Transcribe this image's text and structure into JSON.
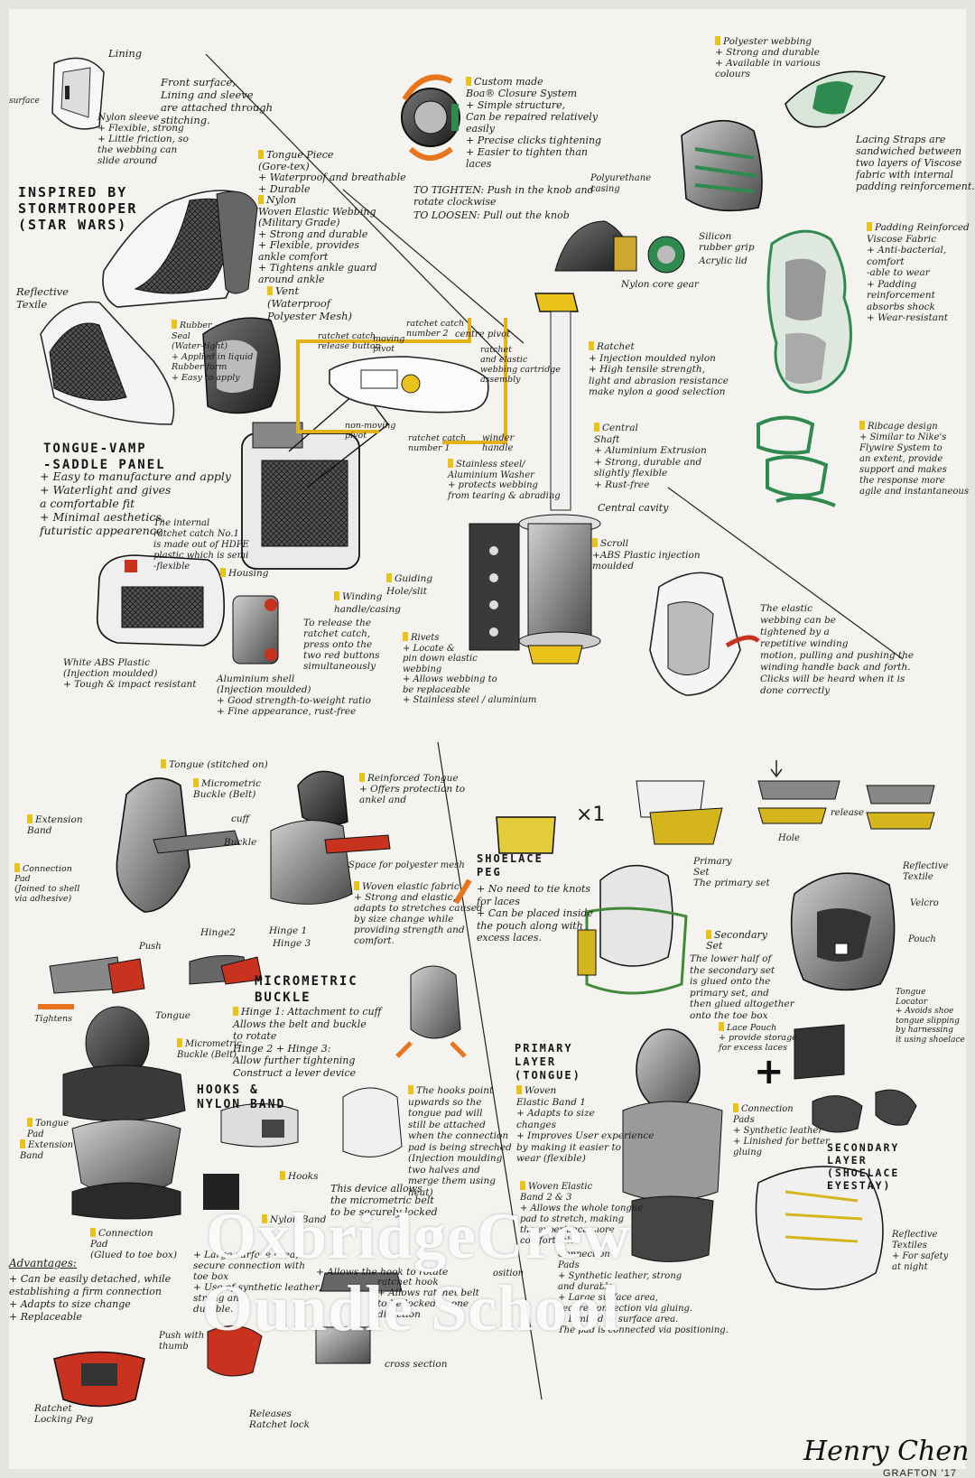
{
  "top": {
    "lining": "Lining",
    "surface": "surface",
    "front_surface": "Front surface,\nLining and sleeve\nare attached through\nstitching.",
    "nylon_sleeve": "Nylon sleeve\n+ Flexible, strong\n+ Little friction, so\nthe webbing can\nslide around",
    "inspired": "INSPIRED BY\nSTORMTROOPER\n(STAR WARS)",
    "tongue_piece": "Tongue Piece\n(Gore-tex)\n+ Waterproof and breathable\n+ Durable",
    "nylon_webbing": "Nylon\nWoven Elastic Webbing\n(Military Grade)\n+ Strong and durable\n+ Flexible, provides\nankle comfort\n+ Tightens ankle guard\naround ankle",
    "vent": "Vent\n(Waterproof\nPolyester Mesh)",
    "reflective_textile": "Reflective\nTexile",
    "rubber_seal": "Rubber\nSeal\n(Water-tight)\n+ Applied in liquid\nRubber form\n+ Easy to apply",
    "tongue_vamp": "TONGUE-VAMP\n-SADDLE PANEL",
    "tv_points": "+ Easy to manufacture and apply\n+ Waterlight and gives\na comfortable fit\n+ Minimal aesthetics,\nfuturistic appearence",
    "internal_catch": "The internal\nratchet catch No.1\nis made out of HDPE\nplastic which is semi\n-flexible",
    "housing": "Housing",
    "guiding_hole": "Guiding\nHole/slit",
    "winding_handle": "Winding\nhandle/casing",
    "release": "To release the\nratchet catch,\npress onto the\ntwo red buttons\nsimultaneously",
    "white_abs": "White ABS Plastic\n(Injection moulded)\n+ Tough & impact resistant",
    "aluminium_shell": "Aluminium shell\n(Injection moulded)\n+ Good strength-to-weight ratio\n+ Fine appearance, rust-free",
    "ratchet_release": "ratchet catch\nrelease button",
    "moving_pivot": "moving\npivot",
    "catch2": "ratchet catch\nnumber 2",
    "centre_pivot": "centre pivot",
    "ratchet_elastic": "ratchet\nand elastic\nwebbing cartridge\nassembly",
    "non_moving": "non-moving\npivot",
    "catch1": "ratchet catch\nnumber 1",
    "winder": "winder\nhandle",
    "stainless": "Stainless steel/\nAluminium Washer\n+ protects webbing\nfrom tearing & abrading",
    "rivets": "Rivets\n+ Locate &\npin down elastic\nwebbing\n+ Allows webbing to\nbe replaceable\n+ Stainless steel / aluminium",
    "boa": "Custom made\nBoa® Closure System\n+ Simple structure,\nCan be repaired relatively\neasily\n+ Precise clicks tightening\n+ Easier to tighten than\nlaces",
    "to_tighten": "TO TIGHTEN: Push in the knob and\nrotate clockwise",
    "to_loosen": "TO LOOSEN: Pull out the knob",
    "polyurethane": "Polyurethane\ncasing",
    "silicon": "Silicon\nrubber grip",
    "acrylic": "Acrylic lid",
    "nylon_core": "Nylon core gear",
    "ratchet": "Ratchet\n+ Injection moulded nylon\n+ High tensile strength,\nlight and abrasion resistance\nmake nylon a good selection",
    "central_shaft": "Central\nShaft\n+ Aluminium Extrusion\n+ Strong, durable and\nslightly flexible\n+ Rust-free",
    "central_cavity": "Central cavity",
    "scroll": "Scroll\n+ABS Plastic injection\nmoulded",
    "elastic_webbing": "The elastic\nwebbing can be\ntightened by a\nrepetitive winding\nmotion, pulling and pushing the\nwinding handle back and forth.\nClicks will be heard when it is\ndone correctly",
    "polyester": "Polyester webbing\n+ Strong and durable\n+ Available in various\ncolours",
    "lacing_straps": "Lacing Straps are\nsandwiched between\ntwo layers of Viscose\nfabric with internal\npadding reinforcement.",
    "padding": "Padding Reinforced\nViscose Fabric\n+ Anti-bacterial, comfort\n-able to wear\n+ Padding reinforcement\nabsorbs shock\n+ Wear-resistant",
    "ribcage": "Ribcage design\n+ Similar to Nike's\nFlywire System to\nan extent, provide\nsupport and makes\nthe response more\nagile and instantaneous"
  },
  "bottom": {
    "tongue_stitched": "Tongue (stitched on)",
    "micrometric_buckle_belt": "Micrometric\nBuckle (Belt)",
    "cuff": "cuff",
    "buckle": "Buckle",
    "extension_band": "Extension\nBand",
    "connection_pad": "Connection\nPad\n(Joined to shell\nvia adhesive)",
    "reinforced_tongue": "Reinforced Tongue\n+ Offers protection to\nankel and",
    "space_mesh": "Space for polyester mesh",
    "woven_elastic": "Woven elastic fabric\n+ Strong and elastic,\nadapts to stretches caused\nby size change while\nproviding strength and\ncomfort.",
    "hinge2": "Hinge2",
    "hinge1": "Hinge 1",
    "hinge3": "Hinge 3",
    "push": "Push",
    "tightens": "Tightens",
    "micrometric_buckle": "MICROMETRIC\nBUCKLE",
    "hinge_desc": "Hinge 1: Attachment to cuff\nAllows the belt and buckle\nto rotate\nHinge 2 + Hinge 3:\nAllow further tightening\nConstruct a lever device",
    "tongue": "Tongue",
    "micrometric_belt": "Micrometric\nBuckle (Belt)",
    "tongue_pad": "Tongue\nPad",
    "extension_band2": "Extension\nBand",
    "hooks_nylon": "HOOKS &\nNYLON BAND",
    "hooks": "Hooks",
    "hooks_point": "The hooks point\nupwards so the\ntongue pad will\nstill be attached\nwhen the connection\npad is being streched\n(Injection moulding\ntwo halves and\nmerge them using\nheat)",
    "device_allows": "This device allows\nthe micrometric belt\nto be securely locked",
    "nylon_band": "Nylon Band",
    "connection_pad2": "Connection\nPad\n(Glued to toe box)",
    "advantages_title": "Advantages:",
    "advantages": "+ Can be easily detached, while\nestablishing a firm connection\n+ Adapts to size change\n+ Replaceable",
    "secure_conn": "+ Large surface area,\nsecure connection with\ntoe box\n+ Use of synthetic leather,\nstrong and\ndurable.",
    "allows_hook": "+ Allows the hook to rotate",
    "ratchet_hook": "ratchet hook\n+ Allows ratchet belt\nto be locked in one\ndirection",
    "push_thumb": "Push with\nthumb",
    "ratchet_peg": "Ratchet\nLocking Peg",
    "releases": "Releases\nRatchet lock",
    "cross_section": "cross section",
    "x1": "×1",
    "shoelace_peg": "SHOELACE\nPEG",
    "peg_points": "+ No need to tie knots\nfor laces\n+ Can be placed inside\nthe pouch along with\nexcess laces.",
    "release_lbl": "release",
    "hole": "Hole",
    "primary_set": "Primary\nSet\nThe primary set",
    "secondary_set": "Secondary\nSet",
    "lower_half": "The lower half of\nthe secondary set\nis glued onto the\nprimary set, and\nthen glued altogether\nonto the toe box",
    "lace_pouch": "Lace Pouch\n+ provide storage\nfor excess laces",
    "reflective_textile": "Reflective\nTextile",
    "velcro": "Velcro",
    "pouch": "Pouch",
    "tongue_locator": "Tongue\nLocator\n+ Avoids shoe\ntongue slipping\nby harnessing\nit using shoelace",
    "primary_layer": "PRIMARY\nLAYER\n(TONGUE)",
    "woven_band1": "Woven\nElastic Band 1\n+ Adapts to size\nchanges\n+ Improves User experience\nby making it easier to\nwear (flexible)",
    "woven_band23": "Woven Elastic\nBand 2 & 3\n+ Allows the whole tongue\npad to stretch, making\nthe experience more\ncomfortable",
    "connection_pads_b": "Connection\nPads\n+ Synthetic leather, strong\nand durable\n+ Large surface area,\nsecure connection via gluing.\n+ Limited to surface area.\nThe pad is connected via positioning.",
    "connection_pads": "Connection\nPads\n+ Synthetic leather\n+ Linished for better\ngluing",
    "secondary_layer": "SECONDARY\nLAYER\n(SHOELACE\nEYESTAY)",
    "reflective_textiles": "Reflective\nTextiles\n+ For safety\nat night",
    "position": "osition"
  },
  "watermark": {
    "line1": "OxbridgeCrew",
    "line2": "Oundle School"
  },
  "signature": {
    "name": "Henry Chen",
    "house": "GRAFTON '17"
  },
  "colors": {
    "paper": "#f4f3ef",
    "ink": "#1c1c1c",
    "yellow": "#e9c21a",
    "green": "#2e8a4e",
    "red": "#c8321e",
    "orange": "#e8751c"
  }
}
